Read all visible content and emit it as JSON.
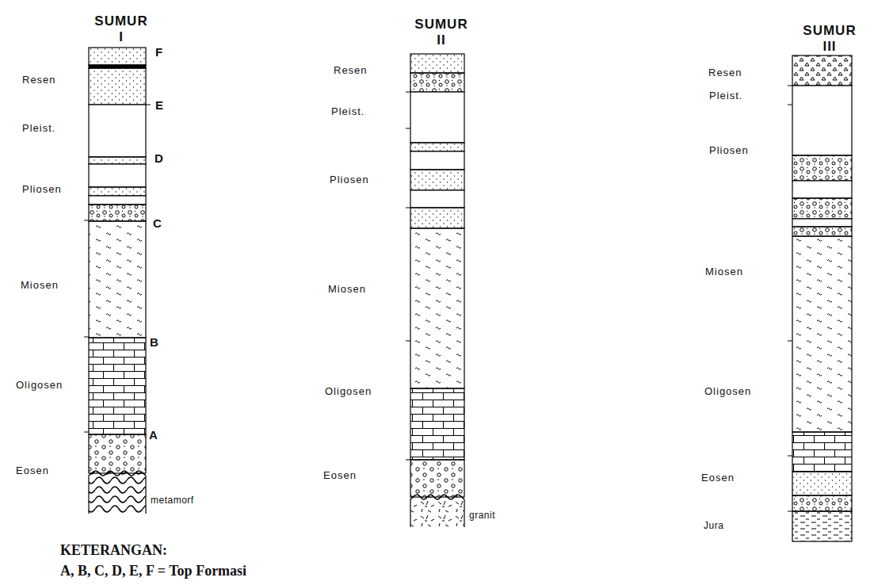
{
  "diagram": {
    "labels": [
      "SUMUR I",
      "Resen",
      "Pleist.",
      "Pliosen",
      "Miosen",
      "Oligosen",
      "Eosen",
      "F",
      "E",
      "D",
      "C",
      "B",
      "A",
      "metamorf",
      "SUMUR II",
      "Resen",
      "Pleist.",
      "Pliosen",
      "Miosen",
      "Oligosen",
      "Eosen",
      "granit",
      "SUMUR III",
      "Resen",
      "Pleist.",
      "Pliosen",
      "Miosen",
      "Oligosen",
      "Eosen",
      "Jura",
      "KETERANGAN:",
      "A, B, C, D, E, F = Top Formasi"
    ]
  }
}
